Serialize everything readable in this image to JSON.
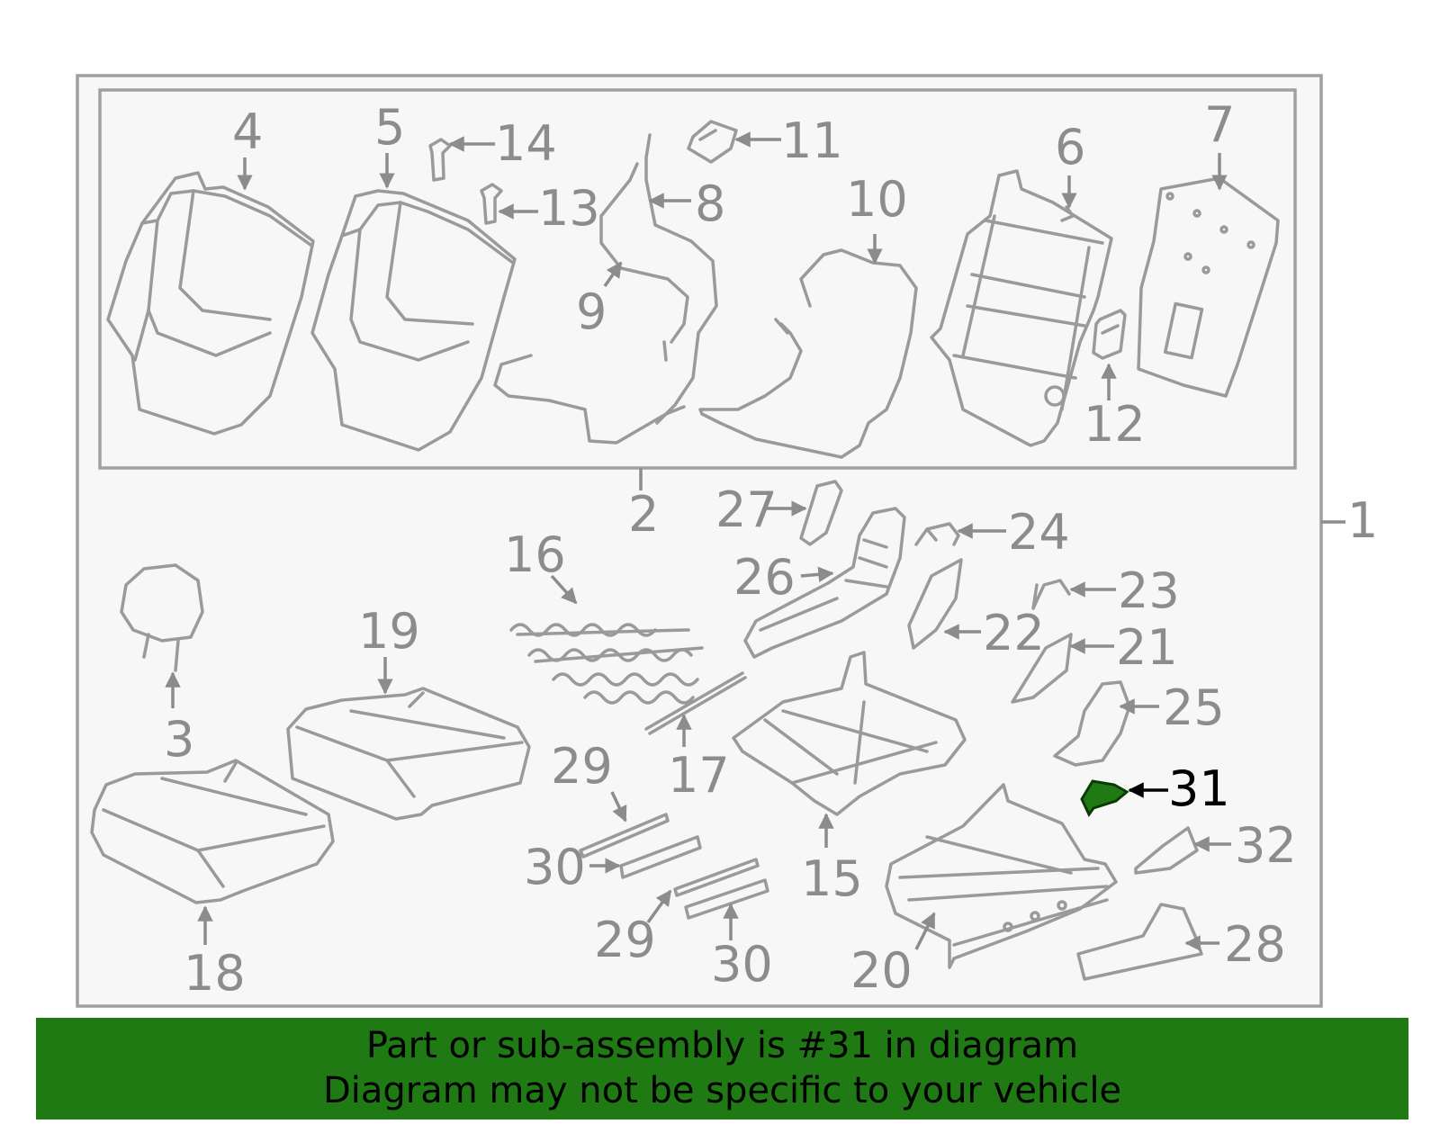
{
  "diagram": {
    "highlight_color": "#1f7a14",
    "highlighted_part": "31",
    "callouts": {
      "c1": "1",
      "c2": "2",
      "c3": "3",
      "c4": "4",
      "c5": "5",
      "c6": "6",
      "c7": "7",
      "c8": "8",
      "c9": "9",
      "c10": "10",
      "c11": "11",
      "c12": "12",
      "c13": "13",
      "c14": "14",
      "c15": "15",
      "c16": "16",
      "c17": "17",
      "c18": "18",
      "c19": "19",
      "c20": "20",
      "c21": "21",
      "c22": "22",
      "c23": "23",
      "c24": "24",
      "c25": "25",
      "c26": "26",
      "c27": "27",
      "c28": "28",
      "c29a": "29",
      "c29b": "29",
      "c30a": "30",
      "c30b": "30",
      "c31": "31",
      "c32": "32"
    }
  },
  "footer": {
    "background": "#1f7a14",
    "line1": "Part or sub-assembly is #31 in diagram",
    "line2": "Diagram may not be specific to your vehicle"
  }
}
